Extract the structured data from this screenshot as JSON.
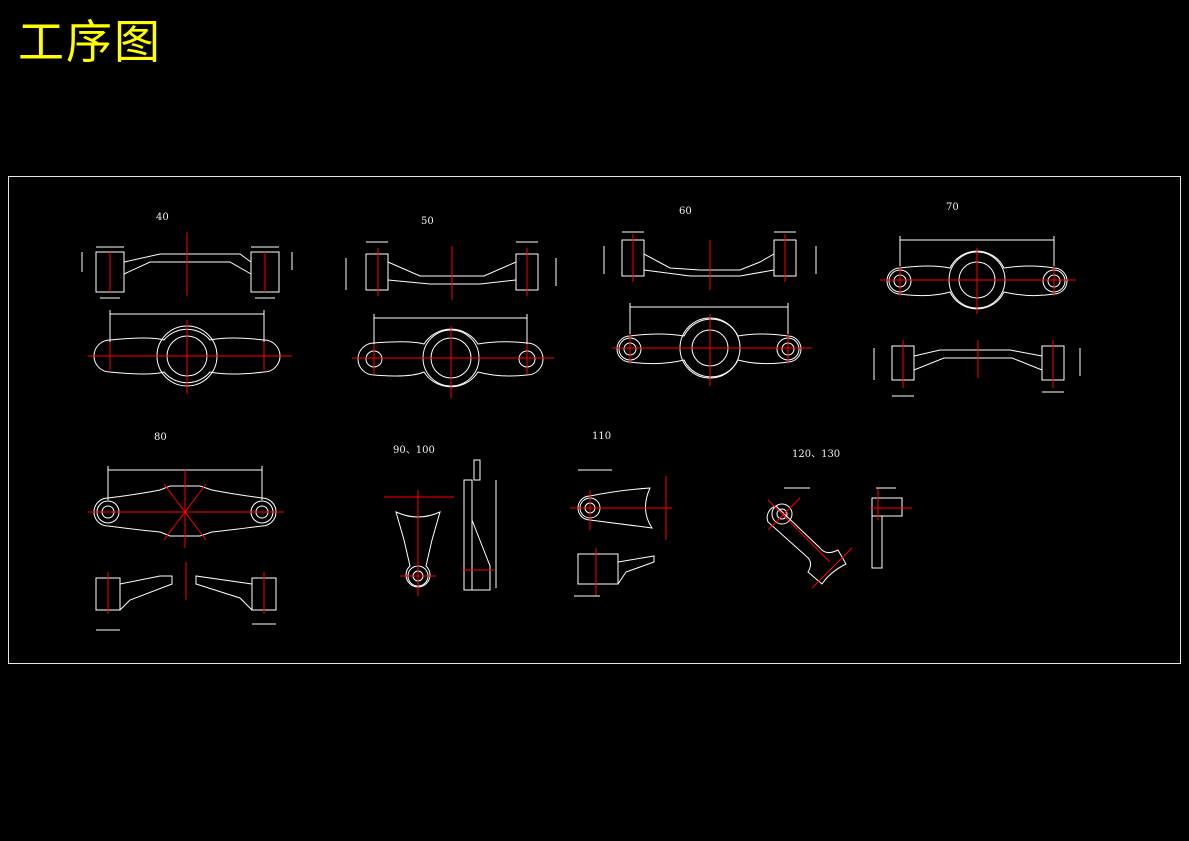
{
  "title": "工序图",
  "operations": [
    {
      "id": "op40",
      "label": "40"
    },
    {
      "id": "op50",
      "label": "50"
    },
    {
      "id": "op60",
      "label": "60"
    },
    {
      "id": "op70",
      "label": "70"
    },
    {
      "id": "op80",
      "label": "80"
    },
    {
      "id": "op90",
      "label": "90、100"
    },
    {
      "id": "op110",
      "label": "110"
    },
    {
      "id": "op120",
      "label": "120、130"
    }
  ],
  "colors": {
    "background": "#000000",
    "title": "#ffff00",
    "lines": "#ffffff",
    "centerlines": "#ff0000",
    "frame": "#e6e6e6"
  }
}
